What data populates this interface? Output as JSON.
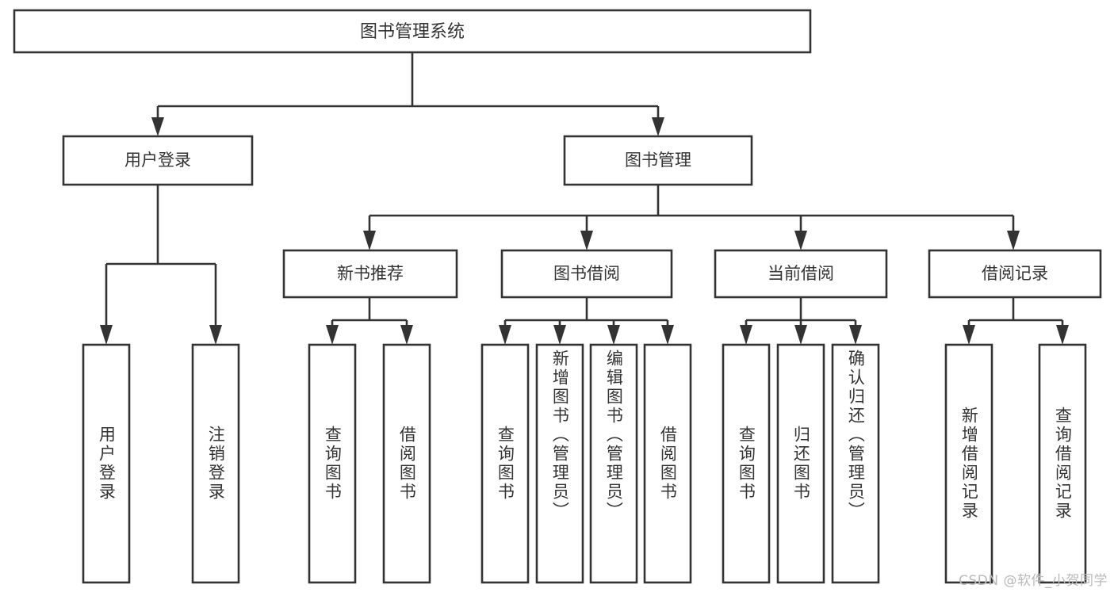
{
  "diagram": {
    "title": "图书管理系统",
    "type": "tree",
    "watermark": "CSDN @软件_小贺同学",
    "stroke_color": "#333333",
    "fill_color": "#ffffff",
    "background": "#ffffff",
    "root": {
      "label": "图书管理系统"
    },
    "level2": [
      {
        "label": "用户登录"
      },
      {
        "label": "图书管理"
      }
    ],
    "level3": [
      {
        "label": "新书推荐"
      },
      {
        "label": "图书借阅"
      },
      {
        "label": "当前借阅"
      },
      {
        "label": "借阅记录"
      }
    ],
    "leaves": {
      "user_login": [
        {
          "label": "用户登录"
        },
        {
          "label": "注销登录"
        }
      ],
      "new_book_recommend": [
        {
          "label": "查询图书"
        },
        {
          "label": "借阅图书"
        }
      ],
      "book_borrow": [
        {
          "label": "查询图书"
        },
        {
          "label": "新增图书（管理员）"
        },
        {
          "label": "编辑图书（管理员）"
        },
        {
          "label": "借阅图书"
        }
      ],
      "current_borrow": [
        {
          "label": "查询图书"
        },
        {
          "label": "归还图书"
        },
        {
          "label": "确认归还（管理员）"
        }
      ],
      "borrow_record": [
        {
          "label": "新增借阅记录"
        },
        {
          "label": "查询借阅记录"
        }
      ]
    }
  }
}
